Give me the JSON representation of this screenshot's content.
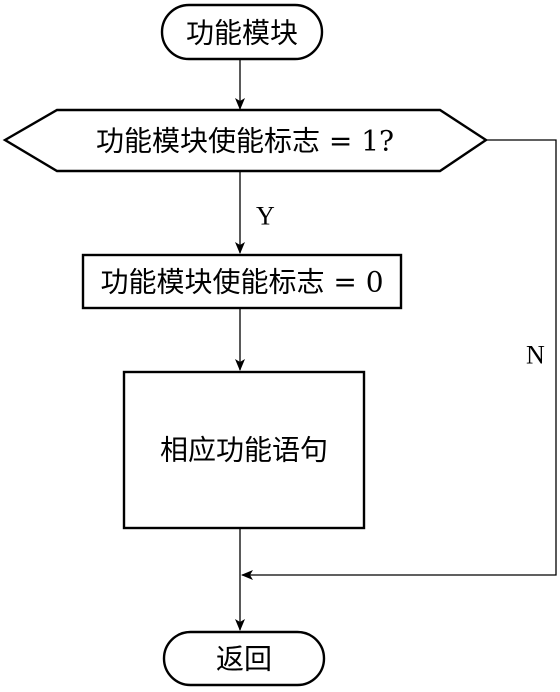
{
  "flowchart": {
    "start": "功能模块",
    "decision": "功能模块使能标志 = 1?",
    "yes": "Y",
    "no": "N",
    "reset": "功能模块使能标志 = 0",
    "process": "相应功能语句",
    "end": "返回"
  },
  "colors": {
    "stroke": "#000000",
    "fill": "#ffffff"
  }
}
